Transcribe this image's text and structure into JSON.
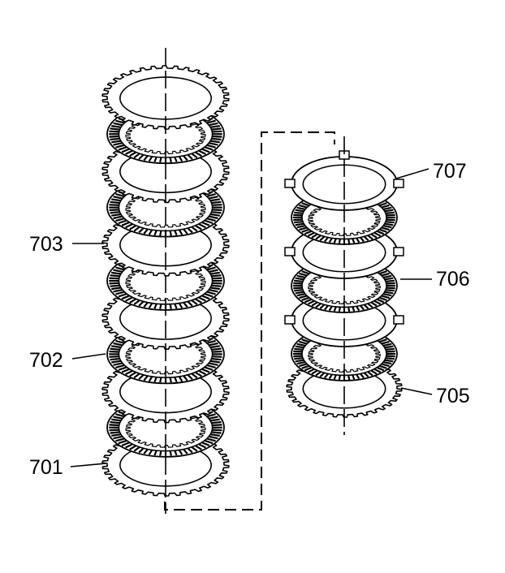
{
  "diagram": {
    "callouts": {
      "c701": "701",
      "c702": "702",
      "c703": "703",
      "c705": "705",
      "c706": "706",
      "c707": "707"
    },
    "left_stack": {
      "plates": [
        {
          "type": "steel"
        },
        {
          "type": "friction"
        },
        {
          "type": "steel"
        },
        {
          "type": "friction"
        },
        {
          "type": "steel"
        },
        {
          "type": "friction"
        },
        {
          "type": "steel"
        },
        {
          "type": "friction"
        },
        {
          "type": "steel"
        },
        {
          "type": "friction"
        },
        {
          "type": "steel"
        }
      ]
    },
    "right_stack": {
      "plates": [
        {
          "type": "lugged-steel"
        },
        {
          "type": "friction"
        },
        {
          "type": "lugged-steel"
        },
        {
          "type": "friction"
        },
        {
          "type": "lugged-steel"
        },
        {
          "type": "friction"
        },
        {
          "type": "toothed-backing"
        }
      ]
    }
  }
}
